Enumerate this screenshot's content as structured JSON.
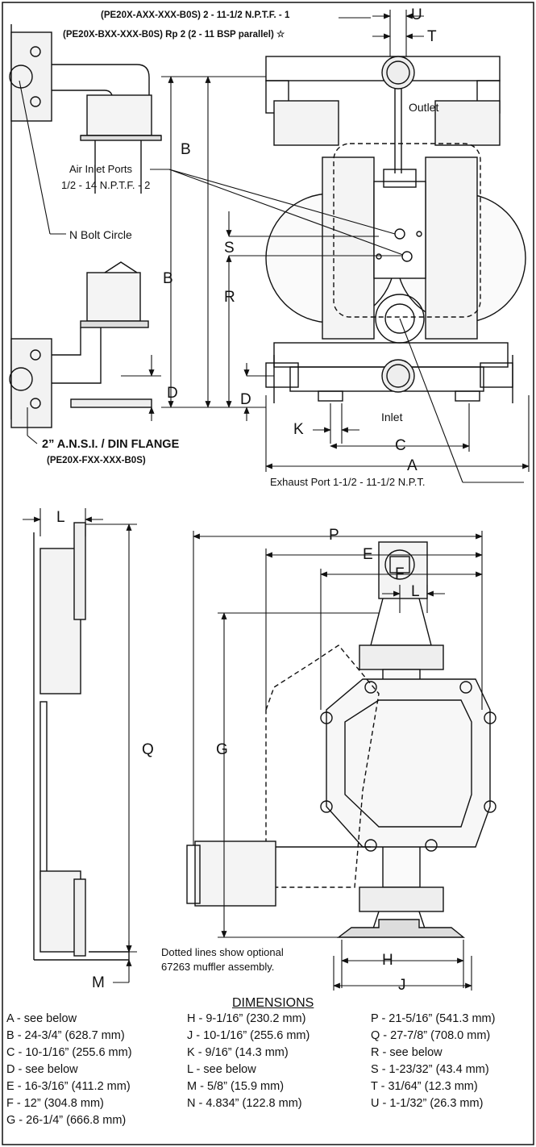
{
  "callouts": {
    "outlet_thread_npt": "(PE20X-AXX-XXX-B0S) 2 - 11-1/2 N.P.T.F. - 1",
    "outlet_thread_bsp": "(PE20X-BXX-XXX-B0S) Rp 2 (2 - 11 BSP parallel) ☆",
    "outlet": "Outlet",
    "inlet": "Inlet",
    "air_inlet_ports": "Air Inlet Ports",
    "air_inlet_thread": "1/2 - 14 N.P.T.F. - 2",
    "bolt_circle": "N Bolt Circle",
    "flange": "2” A.N.S.I. / DIN FLANGE",
    "flange_model": "(PE20X-FXX-XXX-B0S)",
    "exhaust_port": "Exhaust Port 1-1/2 - 11-1/2 N.P.T.",
    "muffler_note_1": "Dotted lines show optional",
    "muffler_note_2": "67263 muffler assembly."
  },
  "letters": {
    "A": "A",
    "B": "B",
    "C": "C",
    "D": "D",
    "E": "E",
    "F": "F",
    "G": "G",
    "H": "H",
    "J": "J",
    "K": "K",
    "L": "L",
    "M": "M",
    "P": "P",
    "Q": "Q",
    "R": "R",
    "S": "S",
    "T": "T",
    "U": "U"
  },
  "dimensions": {
    "title": "DIMENSIONS",
    "col1": [
      "A - see below",
      "B - 24-3/4” (628.7 mm)",
      "C - 10-1/16” (255.6 mm)",
      "D - see below",
      "E - 16-3/16” (411.2 mm)",
      "F - 12” (304.8 mm)",
      "G - 26-1/4” (666.8 mm)"
    ],
    "col2": [
      "H - 9-1/16” (230.2 mm)",
      "J - 10-1/16” (255.6 mm)",
      "K - 9/16” (14.3 mm)",
      "L - see below",
      "M - 5/8” (15.9 mm)",
      "N - 4.834” (122.8 mm)"
    ],
    "col3": [
      "P - 21-5/16” (541.3 mm)",
      "Q - 27-7/8” (708.0 mm)",
      "R - see below",
      "S - 1-23/32” (43.4 mm)",
      "T - 31/64” (12.3 mm)",
      "U - 1-1/32” (26.3 mm)"
    ]
  }
}
